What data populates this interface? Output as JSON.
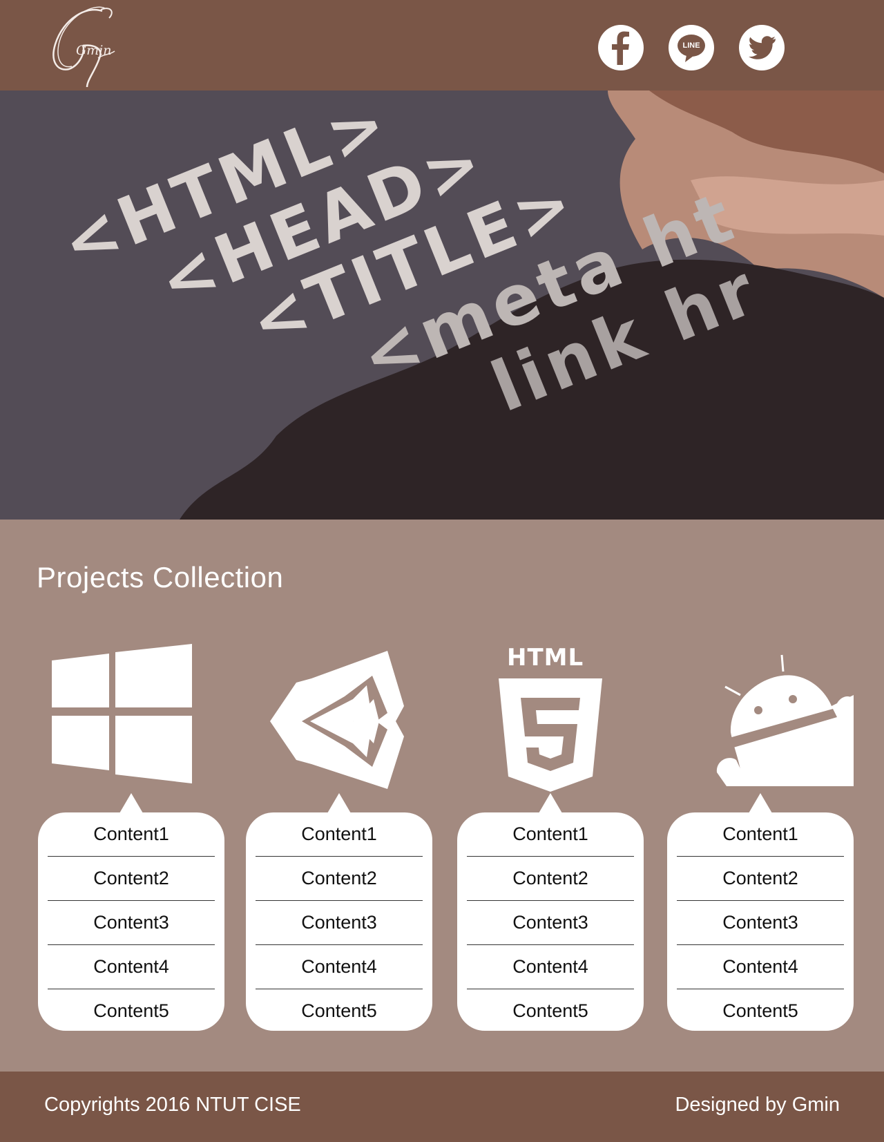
{
  "header": {
    "logo_text": "Gmin",
    "social": [
      {
        "icon": "facebook-icon",
        "label": "f"
      },
      {
        "icon": "line-icon",
        "label": "LINE"
      },
      {
        "icon": "twitter-icon",
        "label": ""
      }
    ]
  },
  "hero": {
    "lines": [
      "<HTML>",
      "<HEAD>",
      "<TITLE>",
      "<meta ht",
      "link hr"
    ]
  },
  "main": {
    "title": "Projects Collection",
    "cards": [
      {
        "icon": "windows-icon",
        "items": [
          "Content1",
          "Content2",
          "Content3",
          "Content4",
          "Content5"
        ]
      },
      {
        "icon": "unity-icon",
        "items": [
          "Content1",
          "Content2",
          "Content3",
          "Content4",
          "Content5"
        ]
      },
      {
        "icon": "html5-icon",
        "icon_text": "HTML",
        "icon_number": "5",
        "items": [
          "Content1",
          "Content2",
          "Content3",
          "Content4",
          "Content5"
        ]
      },
      {
        "icon": "android-icon",
        "items": [
          "Content1",
          "Content2",
          "Content3",
          "Content4",
          "Content5"
        ]
      }
    ]
  },
  "footer": {
    "copyright": "Copyrights 2016 NTUT CISE",
    "designer": "Designed by Gmin"
  },
  "colors": {
    "header_bg": "#7a5647",
    "main_bg": "#a38a80",
    "card_bg": "#ffffff"
  }
}
